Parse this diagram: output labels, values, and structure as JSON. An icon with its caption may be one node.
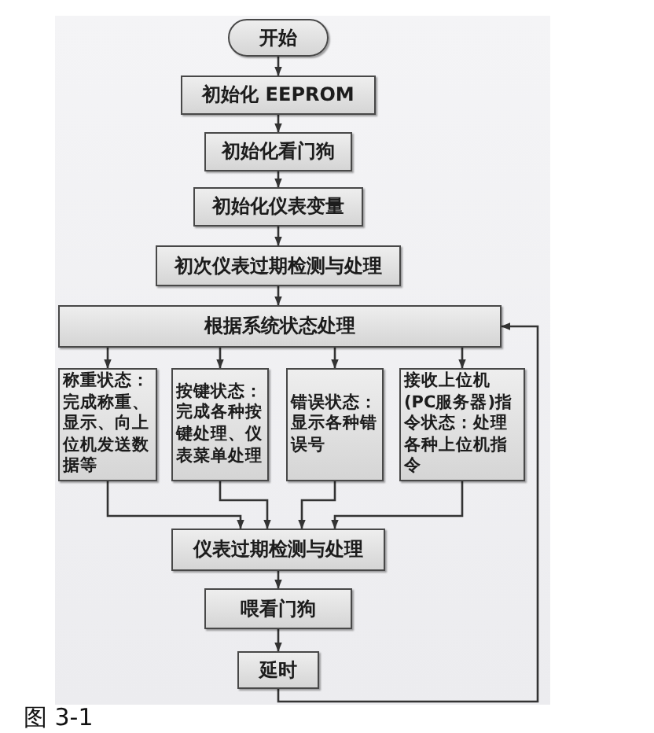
{
  "diagram": {
    "caption": "图 3-1",
    "nodes": [
      {
        "text": [
          "开始"
        ]
      },
      {
        "text": [
          "初始化 EEPROM"
        ]
      },
      {
        "text": [
          "初始化看门狗"
        ]
      },
      {
        "text": [
          "初始化仪表变量"
        ]
      },
      {
        "text": [
          "初次仪表过期检测与处理"
        ]
      },
      {
        "text": [
          "根据系统状态处理"
        ]
      },
      {
        "text": [
          "称重状态：完成称重、显示、向上位机发送数据等"
        ]
      },
      {
        "text": [
          "按键状态：完成各种按键处理、仪表菜单处理"
        ]
      },
      {
        "text": [
          "错误状态：显示各种错误号"
        ]
      },
      {
        "text": [
          "接收上位机(PC服务器)指令状态：处理各种上位机指令"
        ]
      },
      {
        "text": [
          "仪表过期检测与处理"
        ]
      },
      {
        "text": [
          "喂看门狗"
        ]
      },
      {
        "text": [
          "延时"
        ]
      }
    ],
    "edges": [
      {
        "from": 0,
        "to": 1,
        "arrow": "to"
      },
      {
        "from": 1,
        "to": 2,
        "arrow": "to"
      },
      {
        "from": 2,
        "to": 3,
        "arrow": "to"
      },
      {
        "from": 3,
        "to": 4,
        "arrow": "to"
      },
      {
        "from": 4,
        "to": 5,
        "arrow": "to"
      },
      {
        "from": 5,
        "to": 6,
        "arrow": "to"
      },
      {
        "from": 5,
        "to": 7,
        "arrow": "to"
      },
      {
        "from": 5,
        "to": 8,
        "arrow": "to"
      },
      {
        "from": 5,
        "to": 9,
        "arrow": "to"
      },
      {
        "from": 6,
        "to": 10,
        "arrow": "to"
      },
      {
        "from": 7,
        "to": 10,
        "arrow": "to"
      },
      {
        "from": 8,
        "to": 10,
        "arrow": "to"
      },
      {
        "from": 9,
        "to": 10,
        "arrow": "to"
      },
      {
        "from": 10,
        "to": 11,
        "arrow": "to"
      },
      {
        "from": 11,
        "to": 12,
        "arrow": "to"
      },
      {
        "from": 12,
        "to": 5,
        "arrow": "to"
      }
    ]
  }
}
